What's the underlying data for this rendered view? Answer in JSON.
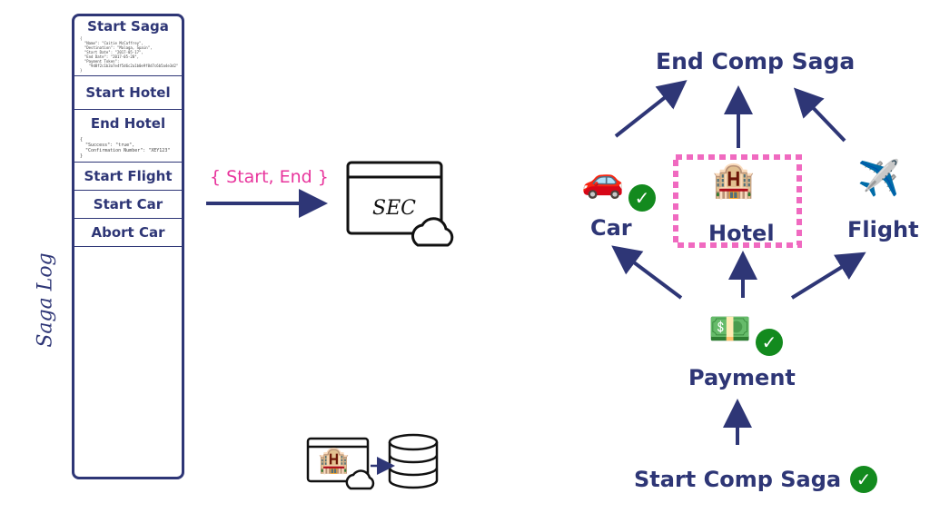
{
  "saga_log": {
    "title": "Saga Log",
    "entries": [
      {
        "label": "Start Saga",
        "json": [
          "{",
          "  \"Name\": \"Caitie McCaffrey\",",
          "  \"Destination\": \"Malaga, Spain\",",
          "  \"Start Date\": \"2017-05-17\",",
          "  \"End Date\": \"2017-05-20\",",
          "  \"Payment Token\":",
          "    \"9d8f2c1b3a7e4f5d6c2a1b0e9f8d7c6b5a4e3d2\"",
          "}"
        ]
      },
      {
        "label": "Start Hotel"
      },
      {
        "label": "End Hotel",
        "json": [
          "{",
          "  \"Success\": \"true\",",
          "  \"Confirmation Number\": \"XEY123\"",
          "}"
        ]
      },
      {
        "label": "Start Flight"
      },
      {
        "label": "Start Car"
      },
      {
        "label": "Abort Car"
      }
    ]
  },
  "sec": {
    "arrow_label": "{ Start, End }",
    "label": "SEC"
  },
  "graph": {
    "end_comp_saga": "End Comp Saga",
    "car": "Car",
    "hotel": "Hotel",
    "flight": "Flight",
    "payment": "Payment",
    "start_comp_saga": "Start Comp Saga"
  },
  "colors": {
    "navy": "#2e3676",
    "pink": "#e8349c",
    "check": "#138a1e"
  }
}
